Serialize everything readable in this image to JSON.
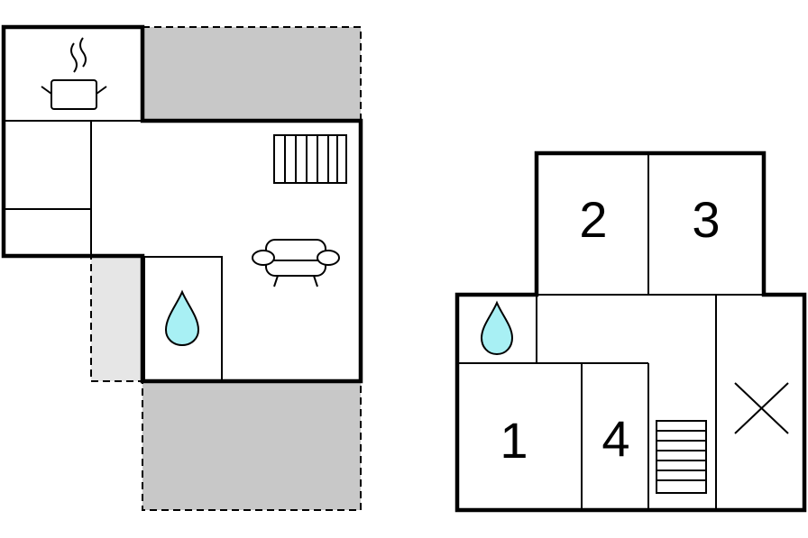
{
  "colors": {
    "wall": "#000000",
    "terrace": "#c8c8c8",
    "terrace_light": "#e6e6e6",
    "water": "#a8f0f4",
    "background": "#ffffff"
  },
  "rooms": {
    "room_1": "1",
    "room_2": "2",
    "room_3": "3",
    "room_4": "4"
  },
  "icons": {
    "kitchen": "cooking-pot-icon",
    "bathroom": "water-drop-icon",
    "living": "sofa-icon",
    "stairs": "stairs-icon",
    "void": "cross-icon"
  }
}
